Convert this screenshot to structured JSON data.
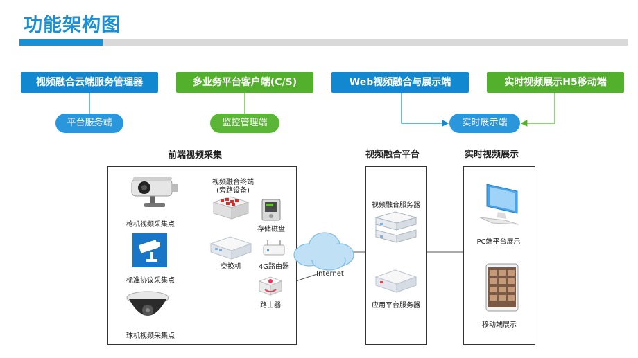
{
  "header": {
    "title": "功能架构图"
  },
  "modules": [
    {
      "label": "视频融合云端服务管理器",
      "color": "#1288d0"
    },
    {
      "label": "多业务平台客户端(C/S)",
      "color": "#52b02c"
    },
    {
      "label": "Web视频融合与展示端",
      "color": "#1288d0"
    },
    {
      "label": "实时视频展示H5移动端",
      "color": "#52b02c"
    }
  ],
  "subs": [
    {
      "label": "平台服务端"
    },
    {
      "label": "监控管理端"
    },
    {
      "label": "实时展示端"
    }
  ],
  "sections": {
    "front": "前端视频采集",
    "platform": "视频融合平台",
    "display": "实时视频展示"
  },
  "devices": {
    "gun": "枪机视频采集点",
    "standard": "标准协议采集点",
    "dome": "球机视频采集点",
    "terminal": "视频融合终端",
    "terminal_sub": "(旁路设备)",
    "storage": "存储磁盘",
    "switch": "交换机",
    "router4g": "4G路由器",
    "router": "路由器",
    "internet": "Internet",
    "fusion_server": "视频融合服务器",
    "app_server": "应用平台服务器",
    "pc": "PC端平台展示",
    "mobile": "移动端展示"
  }
}
